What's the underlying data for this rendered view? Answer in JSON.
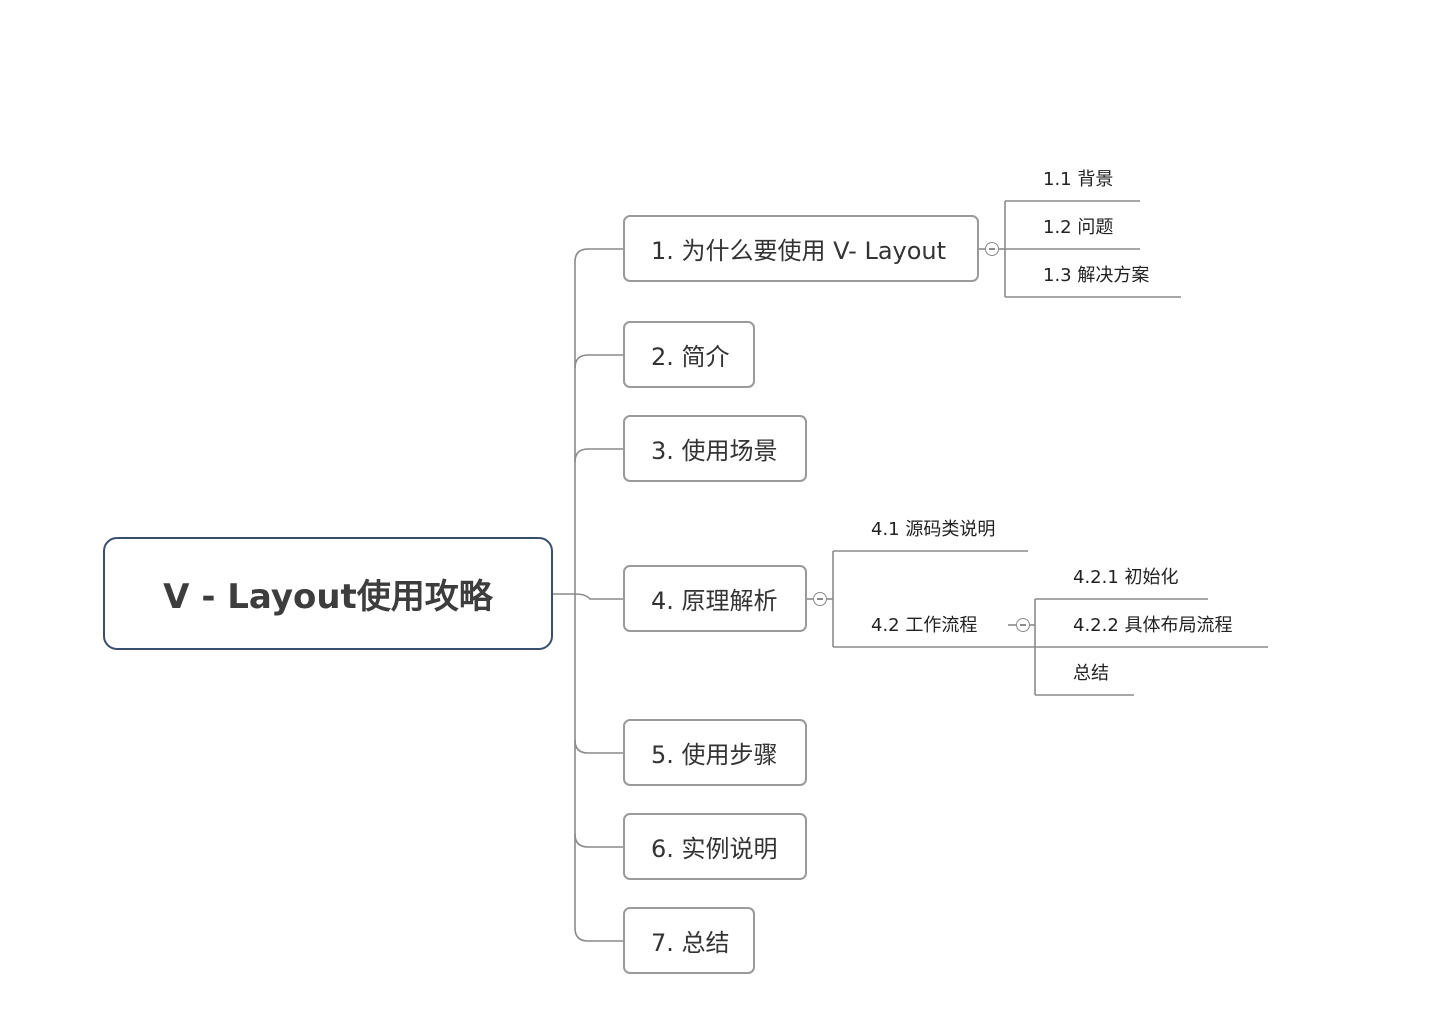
{
  "root": {
    "label": "V - Layout使用攻略"
  },
  "branches": [
    {
      "label": "1. 为什么要使用 V- Layout",
      "collapsed": false,
      "children": [
        {
          "label": "1.1  背景"
        },
        {
          "label": "1.2  问题"
        },
        {
          "label": "1.3  解决方案"
        }
      ]
    },
    {
      "label": "2. 简介"
    },
    {
      "label": "3. 使用场景"
    },
    {
      "label": "4. 原理解析",
      "collapsed": false,
      "children": [
        {
          "label": "4.1  源码类说明"
        },
        {
          "label": "4.2  工作流程",
          "collapsed": false,
          "children": [
            {
              "label": "4.2.1  初始化"
            },
            {
              "label": "4.2.2  具体布局流程"
            },
            {
              "label": "总结"
            }
          ]
        }
      ]
    },
    {
      "label": "5. 使用步骤"
    },
    {
      "label": "6. 实例说明"
    },
    {
      "label": "7. 总结"
    }
  ],
  "colors": {
    "root_border": "#3a4f6d",
    "branch_border": "#9a9a9a",
    "connector": "#8a8a8a"
  },
  "icons": {
    "collapse": "collapse-minus-icon"
  }
}
